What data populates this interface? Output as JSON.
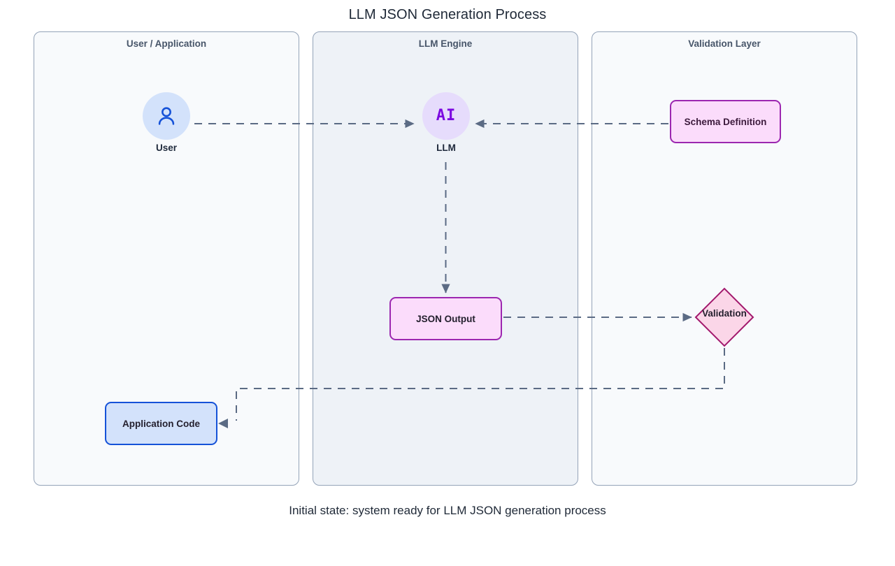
{
  "diagram": {
    "title": "LLM JSON Generation Process",
    "caption": "Initial state: system ready for LLM JSON generation process",
    "colors": {
      "lane_border": "#94a3b8",
      "lane_bg_outer": "#f8fafc",
      "lane_bg_middle": "#eef2f7",
      "connector": "#5b6b84",
      "user_fill": "#d3e2fb",
      "user_stroke": "#1552d8",
      "llm_fill": "#e6dcfc",
      "llm_accent": "#7c08e0",
      "pink_fill": "#fbdcfb",
      "purple_stroke": "#9c27b0",
      "diamond_fill": "#fbd6e8",
      "diamond_stroke": "#a2186c"
    }
  },
  "lanes": [
    {
      "id": "user-application",
      "title": "User / Application"
    },
    {
      "id": "llm-engine",
      "title": "LLM Engine"
    },
    {
      "id": "validation-layer",
      "title": "Validation Layer"
    }
  ],
  "nodes": {
    "user": {
      "label": "User",
      "icon": "user-icon",
      "shape": "circle"
    },
    "llm": {
      "label": "LLM",
      "badge": "AI",
      "shape": "circle"
    },
    "schema": {
      "label": "Schema Definition",
      "shape": "rounded-rect"
    },
    "json_output": {
      "label": "JSON Output",
      "shape": "rounded-rect"
    },
    "validation": {
      "label": "Validation",
      "shape": "diamond"
    },
    "application_code": {
      "label": "Application Code",
      "shape": "rounded-rect"
    }
  },
  "edges": [
    {
      "id": "user-to-llm",
      "from": "user",
      "to": "llm",
      "style": "dashed",
      "label": ""
    },
    {
      "id": "schema-to-llm",
      "from": "schema",
      "to": "llm",
      "style": "dashed",
      "label": ""
    },
    {
      "id": "llm-to-json",
      "from": "llm",
      "to": "json_output",
      "style": "dashed",
      "label": ""
    },
    {
      "id": "json-to-validation",
      "from": "json_output",
      "to": "validation",
      "style": "dashed",
      "label": ""
    },
    {
      "id": "validation-to-appcode",
      "from": "validation",
      "to": "application_code",
      "style": "dashed",
      "label": ""
    }
  ]
}
